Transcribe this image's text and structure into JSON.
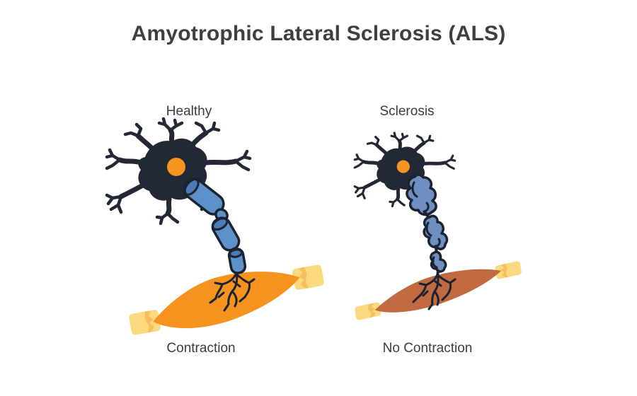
{
  "title": "Amyotrophic Lateral Sclerosis (ALS)",
  "panels": [
    {
      "id": "healthy",
      "condition_label": "Healthy",
      "result_label": "Contraction"
    },
    {
      "id": "sclerosis",
      "condition_label": "Sclerosis",
      "result_label": "No Contraction"
    }
  ],
  "illustration": {
    "parts": [
      "motor-neuron-icon",
      "myelinated-axon-icon",
      "degenerated-axon-icon",
      "axon-terminals-icon",
      "muscle-fiber-icon",
      "atrophied-muscle-fiber-icon",
      "tendon-icon"
    ]
  },
  "colors": {
    "title-text": "#3f3f3f",
    "label-text": "#3c3c3c",
    "soma": "#232836",
    "outline": "#1b2230",
    "nucleus": "#f5941f",
    "axon": "#5d91c9",
    "axon-cap": "#4a7db8",
    "axon-sclerotic": "#6d8fc2",
    "muscle-healthy": "#f6921e",
    "muscle-atrophied": "#c16a41",
    "tendon": "#fcd97f",
    "tendon-shade": "#f3c05b",
    "background": "#ffffff"
  }
}
